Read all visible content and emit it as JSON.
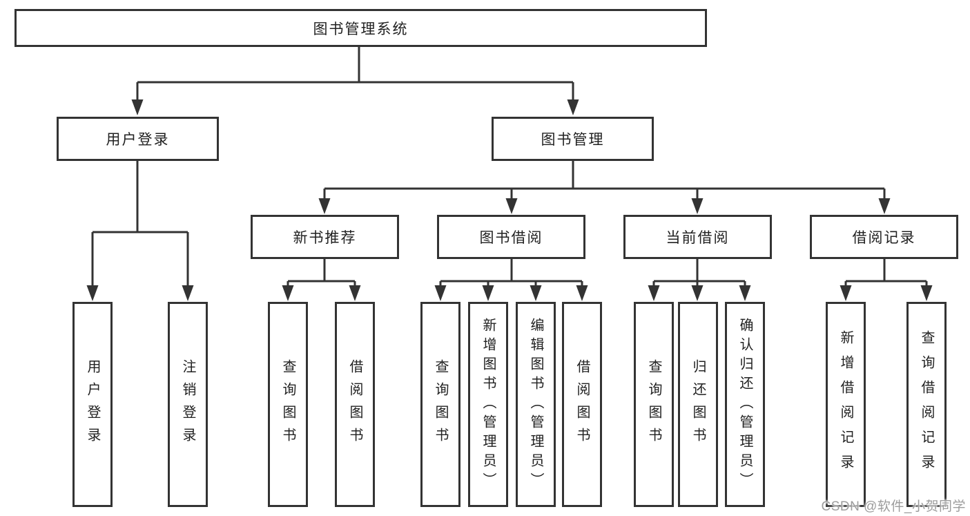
{
  "diagram_title": "图书管理系统",
  "tree": {
    "label": "图书管理系统",
    "children": [
      {
        "label": "用户登录",
        "children": [
          {
            "label": "用户登录"
          },
          {
            "label": "注销登录"
          }
        ]
      },
      {
        "label": "图书管理",
        "children": [
          {
            "label": "新书推荐",
            "children": [
              {
                "label": "查询图书"
              },
              {
                "label": "借阅图书"
              }
            ]
          },
          {
            "label": "图书借阅",
            "children": [
              {
                "label": "查询图书"
              },
              {
                "label": "新增图书（管理员）"
              },
              {
                "label": "编辑图书（管理员）"
              },
              {
                "label": "借阅图书"
              }
            ]
          },
          {
            "label": "当前借阅",
            "children": [
              {
                "label": "查询图书"
              },
              {
                "label": "归还图书"
              },
              {
                "label": "确认归还（管理员）"
              }
            ]
          },
          {
            "label": "借阅记录",
            "children": [
              {
                "label": "新增借阅记录"
              },
              {
                "label": "查询借阅记录"
              }
            ]
          }
        ]
      }
    ]
  },
  "watermark": {
    "text": "CSDN @软件_小贺同学"
  },
  "colors": {
    "line": "#333333",
    "box_border": "#333333",
    "text": "#212121",
    "background": "#ffffff",
    "watermark": "#9c9c9c"
  }
}
